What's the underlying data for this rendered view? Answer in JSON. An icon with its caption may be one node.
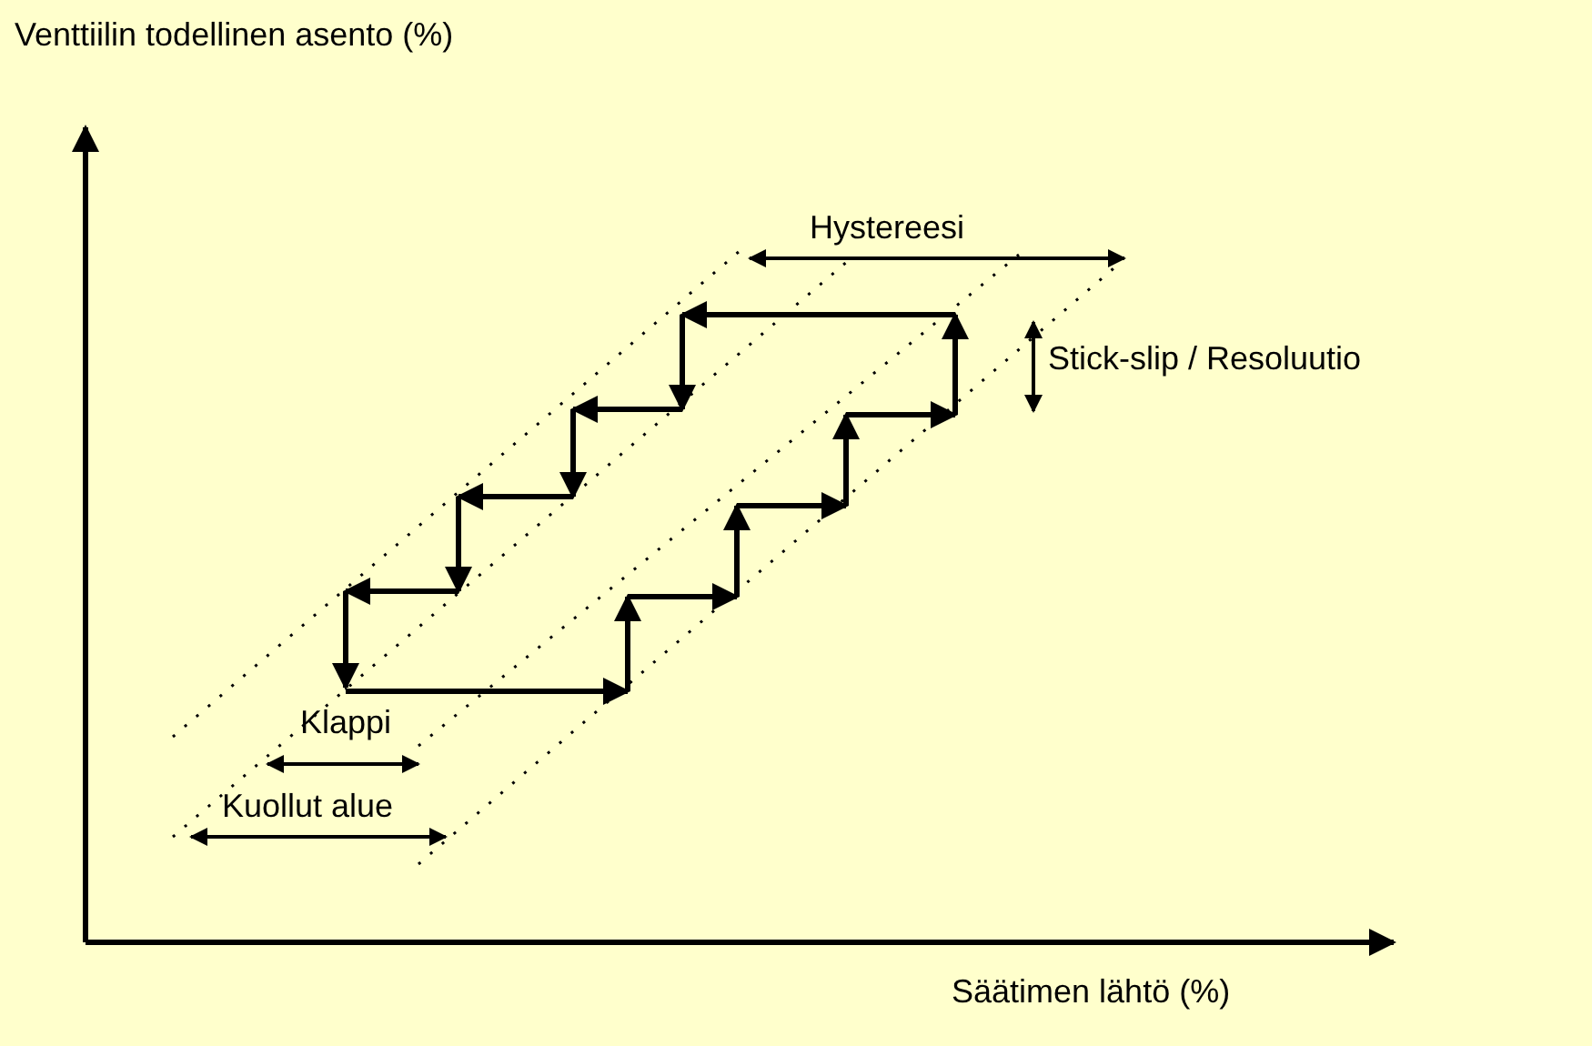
{
  "diagram": {
    "labels": [
      "Venttiilin todellinen asento (%)",
      "Hystereesi",
      "Stick-slip / Resoluutio",
      "Klappi",
      "Kuollut alue",
      "Säätimen lähtö (%)"
    ]
  }
}
